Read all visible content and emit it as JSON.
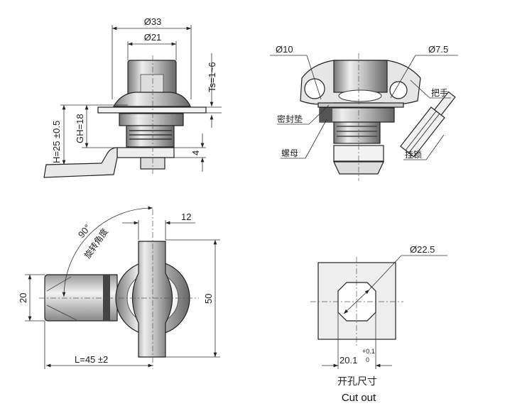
{
  "side_view": {
    "dia_outer": "Ø33",
    "dia_inner": "Ø21",
    "ts": "Ts=1~6",
    "h": "H=25 ±0.5",
    "gh": "GH=18",
    "cam_thickness": "4"
  },
  "section_view": {
    "dia_hole_left": "Ø10",
    "dia_hole_right": "Ø7.5",
    "label_handle": "把手",
    "label_seal": "密封垫",
    "label_nut": "螺母",
    "label_padlock": "挂锁"
  },
  "top_view": {
    "angle": "90°",
    "angle_label": "旋转角度",
    "width_12": "12",
    "height_50": "50",
    "width_20": "20",
    "length": "L=45 ±2"
  },
  "cutout": {
    "dia": "Ø22.5",
    "width": "20.1",
    "tol_plus": "+0.1",
    "tol_minus": "0",
    "title_cn": "开孔尺寸",
    "title_en": "Cut out"
  }
}
